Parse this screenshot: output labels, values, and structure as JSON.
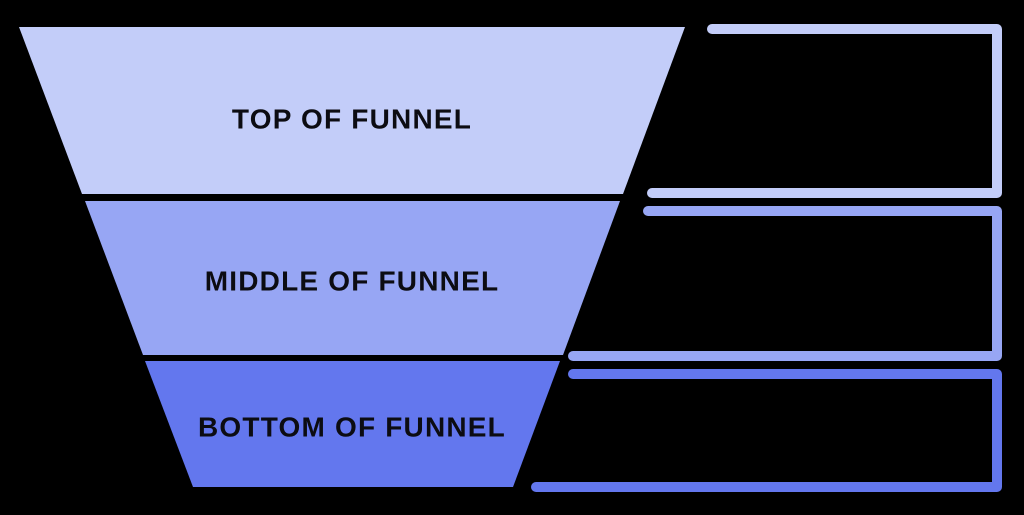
{
  "background": "#000000",
  "text_color": "#0c0c12",
  "stages": [
    {
      "label": "TOP OF FUNNEL",
      "color": "#c3cdf9"
    },
    {
      "label": "MIDDLE OF FUNNEL",
      "color": "#97a6f4"
    },
    {
      "label": "BOTTOM OF FUNNEL",
      "color": "#6377ee"
    }
  ]
}
